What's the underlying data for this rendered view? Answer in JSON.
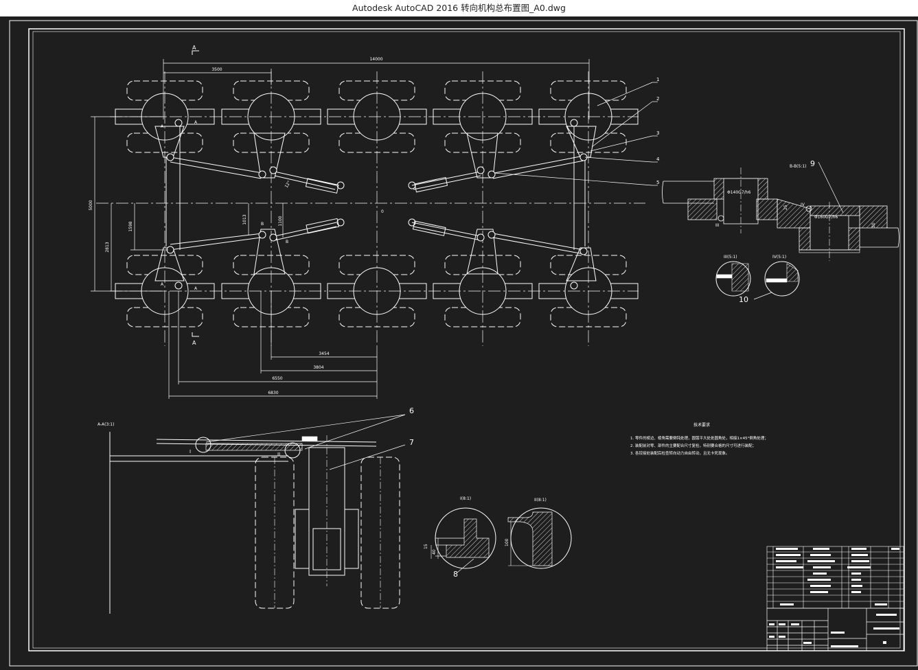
{
  "window": {
    "title": "Autodesk AutoCAD 2016     转向机构总布置图_A0.dwg"
  },
  "drawing": {
    "colors": {
      "background": "#1e1e1e",
      "lines": "#ffffff",
      "titlebar": "#ffffff"
    },
    "dims": {
      "overall": "14000",
      "d3500": "3500",
      "d5000": "5000",
      "d2813": "2813",
      "d1598": "1598",
      "d1013": "1013",
      "d1100": "1100",
      "d3454": "3454",
      "d3804": "3804",
      "d6550": "6550",
      "d6830": "6830",
      "origin": "0",
      "angle": "12°"
    },
    "section_marks": {
      "A_top": "A",
      "A_bottom": "A",
      "A_left1": "A",
      "A_left2": "A",
      "A_right1": "A",
      "A_right2": "A",
      "B1": "B",
      "B2": "B"
    },
    "callouts": {
      "c1": "1",
      "c2": "2",
      "c3": "3",
      "c4": "4",
      "c5": "5",
      "c6": "6",
      "c7": "7",
      "c8": "8",
      "c9": "9",
      "c10": "10"
    },
    "views": {
      "bb_title": "B-B(5:1)",
      "bb_fit1": "Φ140G7/h6",
      "bb_fit2": "Φ160G7/h6",
      "bb_d25": "25",
      "bb_d30": "30",
      "mark_III": "III",
      "mark_IV": "IV",
      "detail_III": "III(5:1)",
      "detail_IV": "IV(5:1)",
      "aa_title": "A-A(3:1)",
      "mark_I": "I",
      "mark_II": "II",
      "detail_I": "I(8:1)",
      "detail_II": "II(8:1)",
      "d15": "15",
      "d40": "40",
      "d100": "100"
    },
    "tech_req": {
      "title": "技术要求",
      "line1": "1. 零件的棱边、棱角需要倒钝处理，圆弧平大处处圆角处，相接1×45°倒角处理；",
      "line2": "2. 装配前对零、部件的主要配合尺寸复检，特别要合格的尺寸可进行装配；",
      "line3": "3. 各铰接处装配后检查转向动力自由转动，且无卡死现象。"
    }
  }
}
